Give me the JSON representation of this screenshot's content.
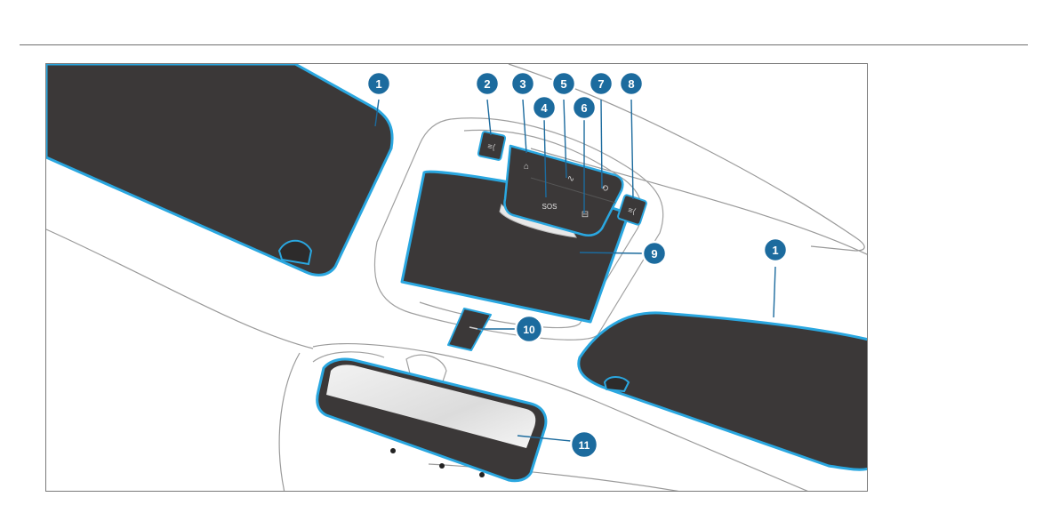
{
  "callouts": {
    "sun_visor_left": "1",
    "reading_light_left": "2",
    "interior_light_auto": "3",
    "sos_button": "4",
    "front_light": "5",
    "rear_light": "6",
    "interior_light_off": "7",
    "reading_light_right": "8",
    "sliding_sunroof_panel": "9",
    "sunroof_switch": "10",
    "rear_view_mirror": "11",
    "sun_visor_right": "1"
  },
  "button_glyphs": {
    "sos": "SOS"
  },
  "colors": {
    "callout_fill": "#1c6b9e",
    "callout_ring": "#ffffff",
    "highlight_outline": "#2aa7e0",
    "panel_dark": "#3b3838",
    "line_gray": "#8a8a8a",
    "mirror_glass": "#e4e4e4"
  }
}
